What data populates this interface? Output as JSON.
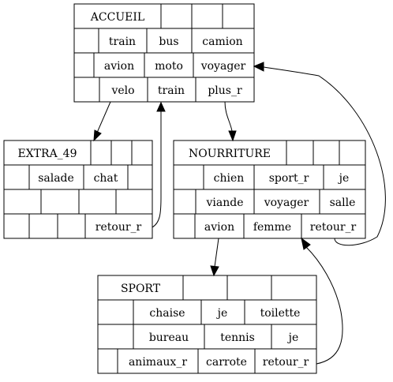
{
  "nodes": {
    "accueil": {
      "title": "ACCUEIL",
      "row1": [
        "train",
        "bus",
        "camion"
      ],
      "row2": [
        "avion",
        "moto",
        "voyager"
      ],
      "row3": [
        "velo",
        "train",
        "plus_r"
      ]
    },
    "extra_49": {
      "title": "EXTRA_49",
      "row1": [
        "salade",
        "chat"
      ],
      "row3": [
        "retour_r"
      ]
    },
    "nourriture": {
      "title": "NOURRITURE",
      "row1": [
        "chien",
        "sport_r",
        "je"
      ],
      "row2": [
        "viande",
        "voyager",
        "salle"
      ],
      "row3": [
        "avion",
        "femme",
        "retour_r"
      ]
    },
    "sport": {
      "title": "SPORT",
      "row1": [
        "chaise",
        "je",
        "toilette"
      ],
      "row2": [
        "bureau",
        "tennis",
        "je"
      ],
      "row3": [
        "animaux_r",
        "carrote",
        "retour_r"
      ]
    }
  }
}
